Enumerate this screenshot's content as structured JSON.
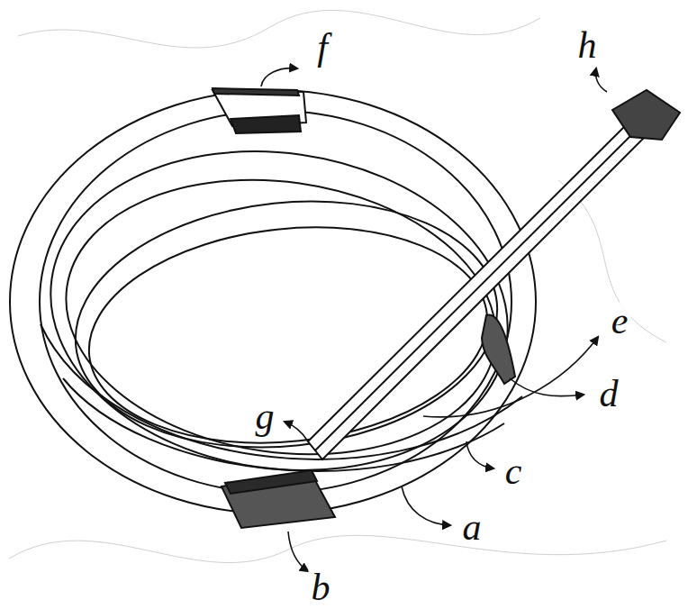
{
  "diagram": {
    "labels": [
      "f",
      "h",
      "e",
      "d",
      "g",
      "c",
      "a",
      "b"
    ]
  }
}
